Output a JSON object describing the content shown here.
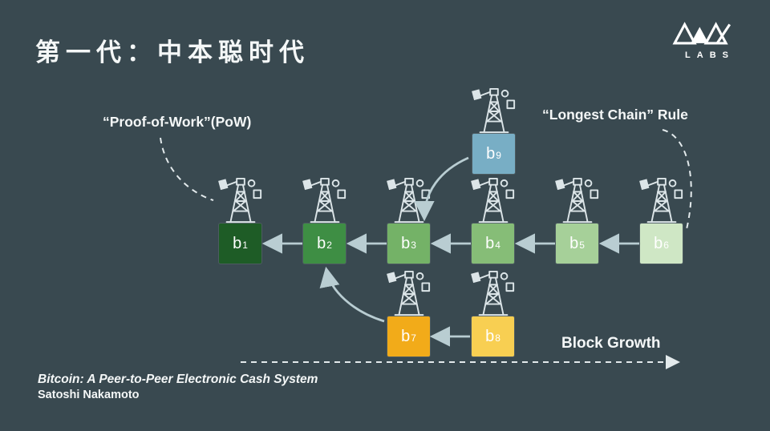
{
  "colors": {
    "background": "#394950",
    "arrow": "#b9cdd2",
    "dashed": "#e3eaec",
    "text": "#f4f7f7",
    "icon": "#dce5e8"
  },
  "title": "第一代：中本聪时代",
  "logo": {
    "label": "LABS"
  },
  "annotations": {
    "pow": "“Proof-of-Work”(PoW)",
    "longest_chain": "“Longest Chain” Rule",
    "block_growth": "Block Growth"
  },
  "footer": {
    "line1": "Bitcoin: A Peer-to-Peer Electronic Cash System",
    "line2": "Satoshi Nakamoto"
  },
  "blocks": [
    {
      "id": "b1",
      "label": "b",
      "sub": "1",
      "color": "#1e5c26"
    },
    {
      "id": "b2",
      "label": "b",
      "sub": "2",
      "color": "#3e8e44"
    },
    {
      "id": "b3",
      "label": "b",
      "sub": "3",
      "color": "#74b267"
    },
    {
      "id": "b4",
      "label": "b",
      "sub": "4",
      "color": "#86bd77"
    },
    {
      "id": "b5",
      "label": "b",
      "sub": "5",
      "color": "#a6d099"
    },
    {
      "id": "b6",
      "label": "b",
      "sub": "6",
      "color": "#cfe7c5"
    },
    {
      "id": "b7",
      "label": "b",
      "sub": "7",
      "color": "#f2ab19"
    },
    {
      "id": "b8",
      "label": "b",
      "sub": "8",
      "color": "#f8cf52"
    },
    {
      "id": "b9",
      "label": "b",
      "sub": "9",
      "color": "#78aec5"
    }
  ]
}
